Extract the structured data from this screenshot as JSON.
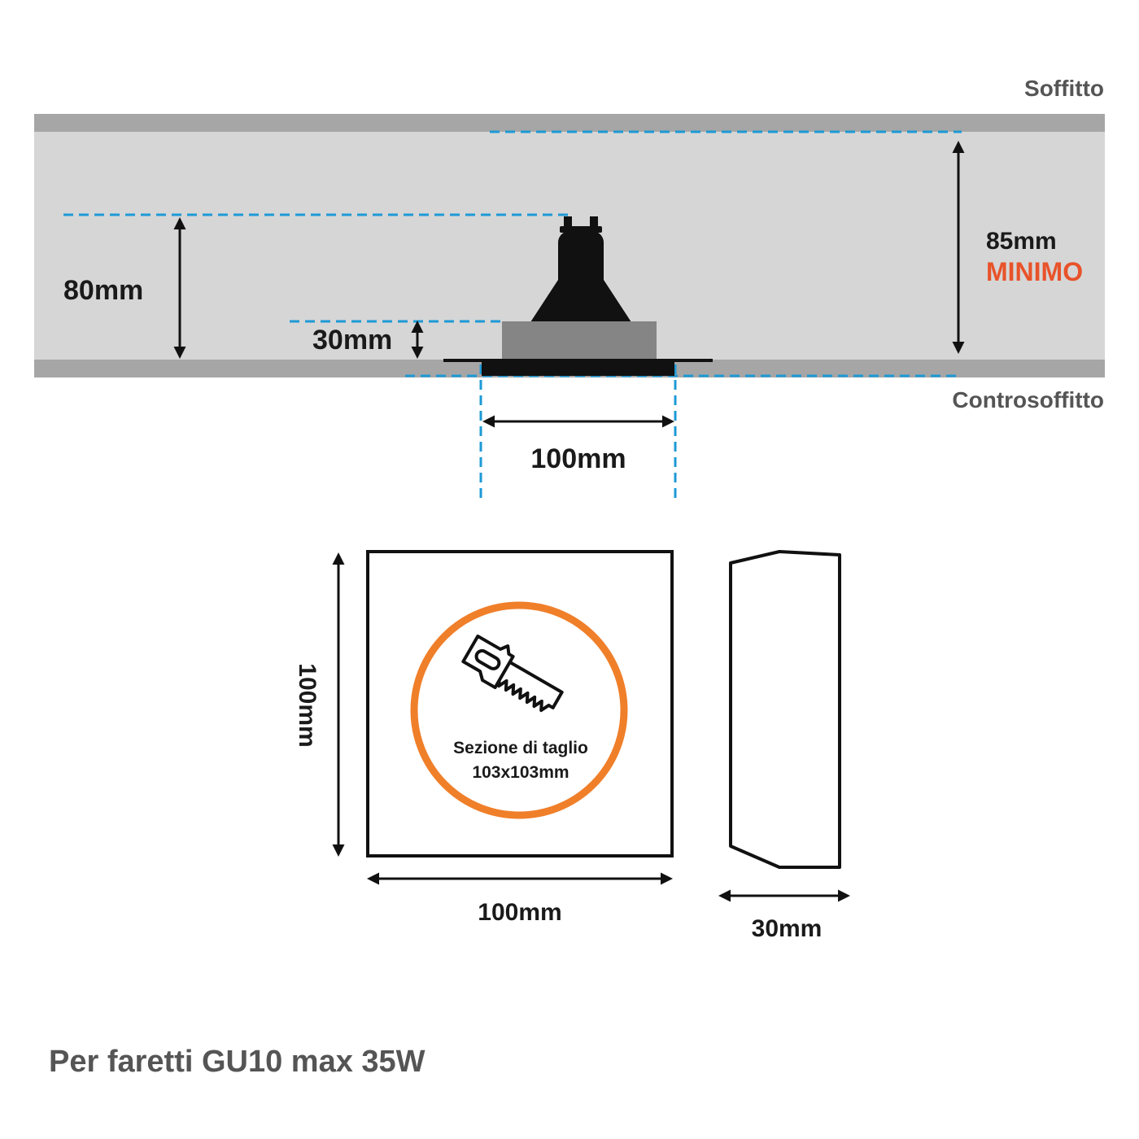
{
  "labels": {
    "ceiling": "Soffitto",
    "false_ceiling": "Controsoffitto",
    "lamp_height": "80mm",
    "frame_depth": "30mm",
    "min_depth_value": "85mm",
    "min_depth_note": "MINIMO",
    "hole_width": "100mm",
    "front_height": "100mm",
    "front_width": "100mm",
    "side_depth": "30mm",
    "cut_title": "Sezione di taglio",
    "cut_size": "103x103mm",
    "footer": "Per faretti GU10 max 35W"
  },
  "colors": {
    "slab": "#a6a6a6",
    "cavity": "#d6d6d6",
    "guide": "#1d9ad6",
    "accent": "#f07f2a",
    "minimo": "#e8532a",
    "frame": "#858585",
    "ink": "#111111",
    "footer_text": "#555555"
  },
  "icons": [
    "saw-icon",
    "gu10-bulb-icon"
  ]
}
